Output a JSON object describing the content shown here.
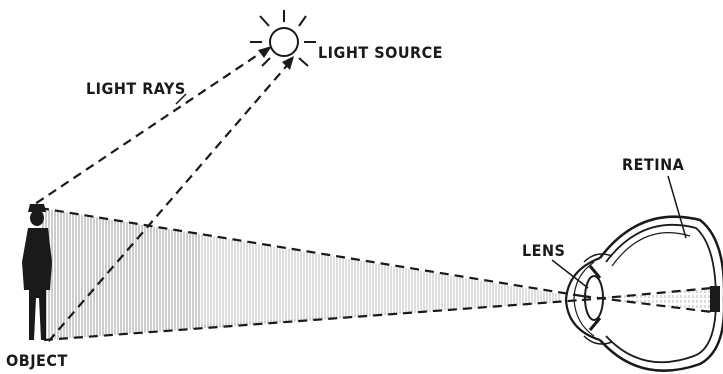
{
  "labels": {
    "light_rays": "LIGHT RAYS",
    "light_source": "LIGHT SOURCE",
    "retina": "RETINA",
    "lens": "LENS",
    "object": "OBJECT"
  },
  "colors": {
    "ink": "#1a1a1a",
    "shading": "#8a8a8a",
    "background": "#ffffff"
  }
}
